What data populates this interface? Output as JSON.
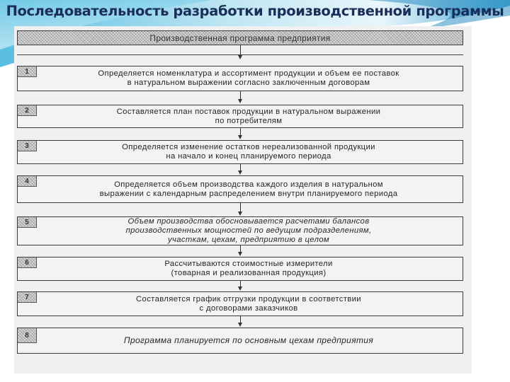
{
  "slide": {
    "title": "Последовательность разработки производственной программы"
  },
  "diagram": {
    "header": "Производственная программа предприятия",
    "steps": [
      {
        "num": "1",
        "lines": [
          "Определяется номенклатура и ассортимент продукции и объем ее поставок",
          "в натуральном выражении согласно заключенным договорам"
        ]
      },
      {
        "num": "2",
        "lines": [
          "Составляется план поставок продукции в натуральном выражении",
          "по потребителям"
        ]
      },
      {
        "num": "3",
        "lines": [
          "Определяется изменение остатков нереализованной продукции",
          "на начало и конец планируемого периода"
        ]
      },
      {
        "num": "4",
        "lines": [
          "Определяется объем производства каждого изделия в натуральном",
          "выражении с календарным распределением внутри планируемого периода"
        ]
      },
      {
        "num": "5",
        "lines": [
          "Объем производства обосновывается расчетами балансов",
          "производственных мощностей по ведущим подразделениям,",
          "участкам, цехам, предприятию в целом"
        ]
      },
      {
        "num": "6",
        "lines": [
          "Рассчитываются стоимостные измерители",
          "(товарная и реализованная продукция)"
        ]
      },
      {
        "num": "7",
        "lines": [
          "Составляется график отгрузки продукции в соответствии",
          "с договорами заказчиков"
        ]
      },
      {
        "num": "8",
        "lines": [
          "Программа планируется по основным цехам предприятия"
        ]
      }
    ]
  },
  "colors": {
    "title": "#1b2e5a",
    "swoosh_light": "#bfe3f2",
    "swoosh_dark": "#3ba7d4",
    "box_border": "#3a3a3a",
    "hatch": "#bdbdbd"
  }
}
